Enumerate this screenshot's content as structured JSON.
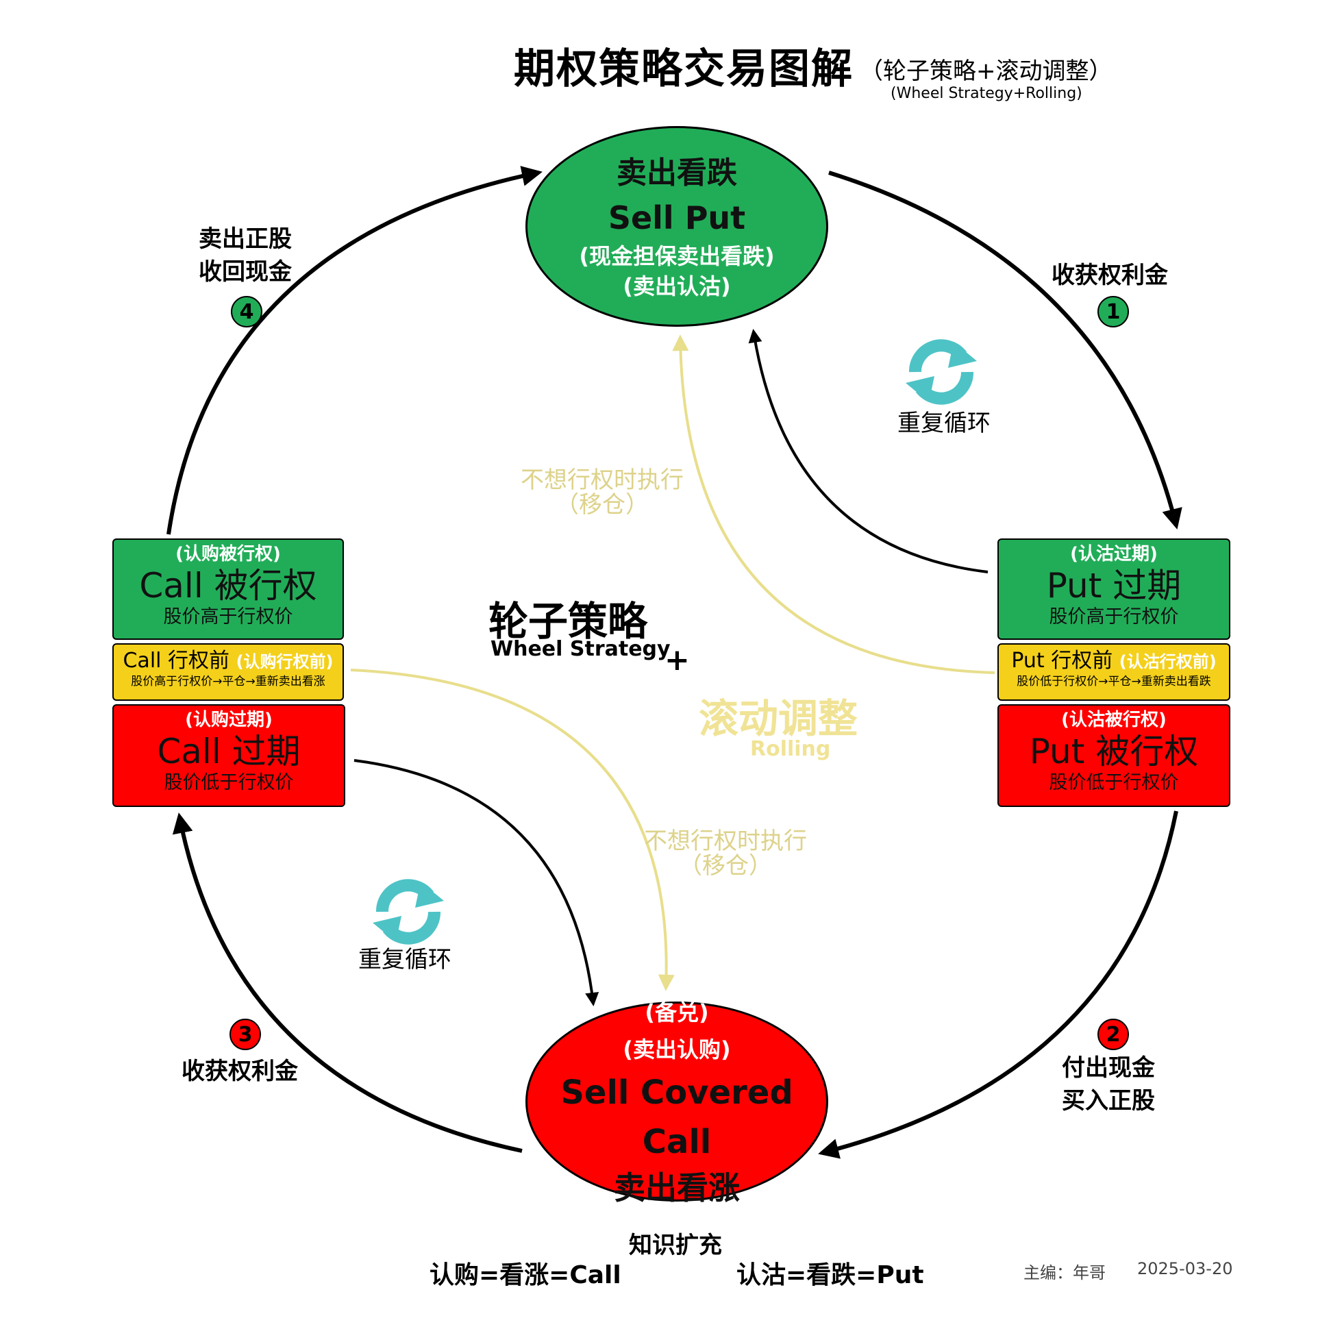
{
  "title": {
    "main": "期权策略交易图解",
    "sub": "（轮子策略+滚动调整）",
    "sub_en": "(Wheel Strategy+Rolling)"
  },
  "sell_put": {
    "cn": "卖出看跌",
    "en": "Sell Put",
    "note1": "(现金担保卖出看跌)",
    "note2": "(卖出认沽)"
  },
  "sell_call": {
    "note1": "(备兑)",
    "note2": "(卖出认购)",
    "en": "Sell Covered Call",
    "cn": "卖出看涨"
  },
  "call_exercised": {
    "cap": "(认购被行权)",
    "title": "Call 被行权",
    "desc": "股价高于行权价"
  },
  "call_pre": {
    "title": "Call 行权前",
    "cap": "(认购行权前)",
    "desc": "股价高于行权价→平仓→重新卖出看涨"
  },
  "call_expired": {
    "cap": "(认购过期)",
    "title": "Call 过期",
    "desc": "股价低于行权价"
  },
  "put_expired": {
    "cap": "(认沽过期)",
    "title": "Put 过期",
    "desc": "股价高于行权价"
  },
  "put_pre": {
    "title": "Put 行权前",
    "cap": "(认沽行权前)",
    "desc": "股价低于行权价→平仓→重新卖出看跌"
  },
  "put_exercised": {
    "cap": "(认沽被行权)",
    "title": "Put 被行权",
    "desc": "股价低于行权价"
  },
  "steps": {
    "s1": {
      "num": "1",
      "line1": "收获权利金"
    },
    "s2": {
      "num": "2",
      "line1": "付出现金",
      "line2": "买入正股"
    },
    "s3": {
      "num": "3",
      "line1": "收获权利金"
    },
    "s4": {
      "num": "4",
      "line1": "卖出正股",
      "line2": "收回现金"
    }
  },
  "repeat": {
    "label": "重复循环"
  },
  "rolling_note": {
    "line1": "不想行权时执行",
    "line2": "（移仓）"
  },
  "center": {
    "wheel_cn": "轮子策略",
    "wheel_en": "Wheel Strategy",
    "plus": "+",
    "rolling_cn": "滚动调整",
    "rolling_en": "Rolling"
  },
  "footer": {
    "knowledge_title": "知识扩充",
    "call_def": "认购=看涨=Call",
    "put_def": "认沽=看跌=Put",
    "editor": "主编：年哥",
    "date": "2025-03-20"
  },
  "colors": {
    "green": "#21ad58",
    "red": "#fe0000",
    "yellow": "#f4d01b",
    "rolling": "#e8de8c",
    "repeat_icon": "#4ec3c6"
  }
}
